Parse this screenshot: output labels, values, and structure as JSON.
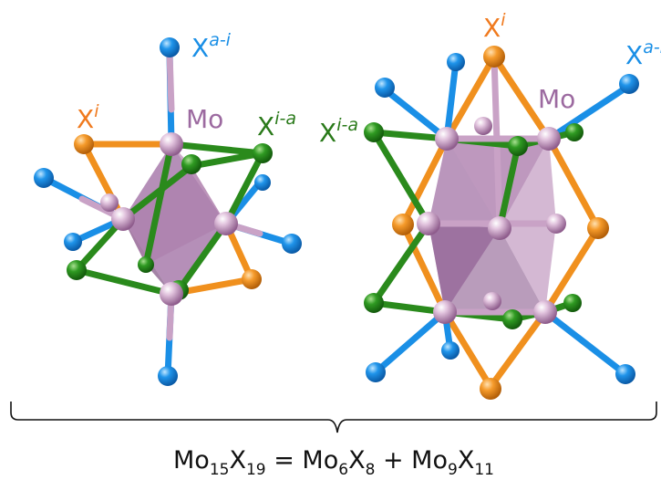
{
  "colors": {
    "mo": "#c9a2c6",
    "mo_face": "#9c6aa0",
    "x_i": "#f0901e",
    "x_ia": "#2a8a1c",
    "x_ai": "#1a8fe6",
    "label_mo": "#9c6aa0",
    "label_x_i": "#f07a1e",
    "label_x_ia": "#2a7a1a",
    "label_x_ai": "#1a8fe6"
  },
  "left_cluster": {
    "label_x_ai_base": "X",
    "label_x_ai_sup": "a-i",
    "label_x_i_base": "X",
    "label_x_i_sup": "i",
    "label_mo": "Mo",
    "label_x_ia_base": "X",
    "label_x_ia_sup": "i-a"
  },
  "right_cluster": {
    "label_x_i_base": "X",
    "label_x_i_sup": "i",
    "label_x_ai_base": "X",
    "label_x_ai_sup": "a-i",
    "label_mo": "Mo",
    "label_x_ia_base": "X",
    "label_x_ia_sup": "i-a"
  },
  "formula": {
    "t1": "Mo",
    "s1": "15",
    "t2": "X",
    "s2": "19",
    "t3": " = Mo",
    "s3": "6",
    "t4": "X",
    "s4": "8",
    "t5": " + Mo",
    "s5": "9",
    "t6": "X",
    "s6": "11"
  }
}
